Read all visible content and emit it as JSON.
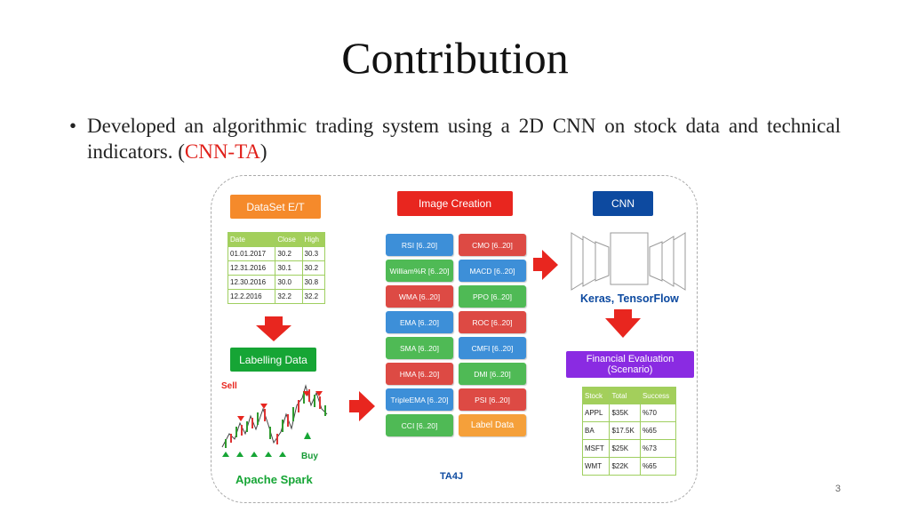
{
  "slide": {
    "title": "Contribution",
    "bullet_main": "Developed an algorithmic trading system using a 2D CNN on stock data and technical indicators. ",
    "bullet_paren_open": "(",
    "bullet_highlight": "CNN-TA",
    "bullet_paren_close": ")",
    "page_number": "3"
  },
  "colors": {
    "accent": "#e0201a",
    "arrow": "#e8261f"
  },
  "figure": {
    "dataset_label": "DataSet E/T",
    "image_creation_label": "Image Creation",
    "cnn_label": "CNN",
    "labelling_label": "Labelling Data",
    "keras_label": "Keras, TensorFlow",
    "financial_label": "Financial Evaluation (Scenario)",
    "sell_label": "Sell",
    "buy_label": "Buy",
    "spark_label": "Apache Spark",
    "ta4j_label": "TA4J",
    "dataset_table": {
      "headers": [
        "Date",
        "Close",
        "High"
      ],
      "rows": [
        [
          "01.01.2017",
          "30.2",
          "30.3"
        ],
        [
          "12.31.2016",
          "30.1",
          "30.2"
        ],
        [
          "12.30.2016",
          "30.0",
          "30.8"
        ],
        [
          "12.2.2016",
          "32.2",
          "32.2"
        ]
      ]
    },
    "indicators_left": [
      "RSI [6..20]",
      "William%R [6..20]",
      "WMA [6..20]",
      "EMA [6..20]",
      "SMA [6..20]",
      "HMA [6..20]",
      "TripleEMA [6..20]",
      "CCI [6..20]"
    ],
    "indicators_right": [
      "CMO [6..20]",
      "MACD [6..20]",
      "PPO [6..20]",
      "ROC [6..20]",
      "CMFI [6..20]",
      "DMI [6..20]",
      "PSI [6..20]",
      "Label Data"
    ],
    "results_table": {
      "headers": [
        "Stock",
        "Total",
        "Success"
      ],
      "rows": [
        [
          "APPL",
          "$35K",
          "%70"
        ],
        [
          "BA",
          "$17.5K",
          "%65"
        ],
        [
          "MSFT",
          "$25K",
          "%73"
        ],
        [
          "WMT",
          "$22K",
          "%65"
        ]
      ]
    }
  }
}
